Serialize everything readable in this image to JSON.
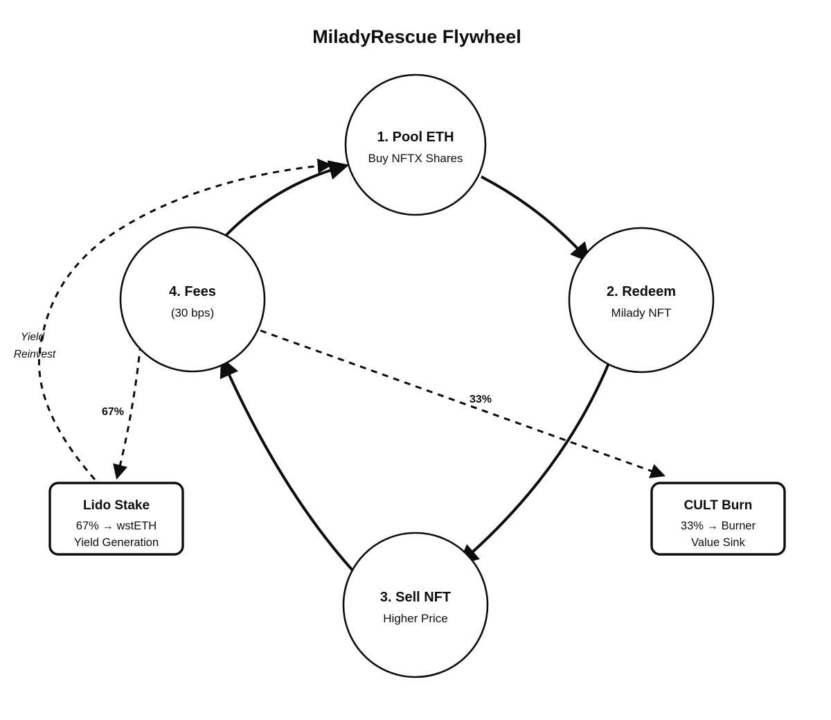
{
  "title": "MiladyRescue Flywheel",
  "diagram": {
    "nodes": {
      "pool": {
        "title": "1. Pool ETH",
        "subtitle": "Buy NFTX Shares"
      },
      "redeem": {
        "title": "2. Redeem",
        "subtitle": "Milady NFT"
      },
      "sell": {
        "title": "3. Sell NFT",
        "subtitle": "Higher Price"
      },
      "fees": {
        "title": "4. Fees",
        "subtitle": "(30 bps)"
      }
    },
    "boxes": {
      "lido": {
        "title": "Lido Stake",
        "line1": "67% → wstETH",
        "line2": "Yield Generation"
      },
      "cult": {
        "title": "CULT Burn",
        "line1": "33% → Burner",
        "line2": "Value Sink"
      }
    },
    "edge_labels": {
      "fees_to_lido": "67%",
      "fees_to_cult": "33%",
      "yield_reinvest_line1": "Yield",
      "yield_reinvest_line2": "Reinvest"
    },
    "colors": {
      "line": "#0d0d0d",
      "background": "#ffffff"
    }
  }
}
